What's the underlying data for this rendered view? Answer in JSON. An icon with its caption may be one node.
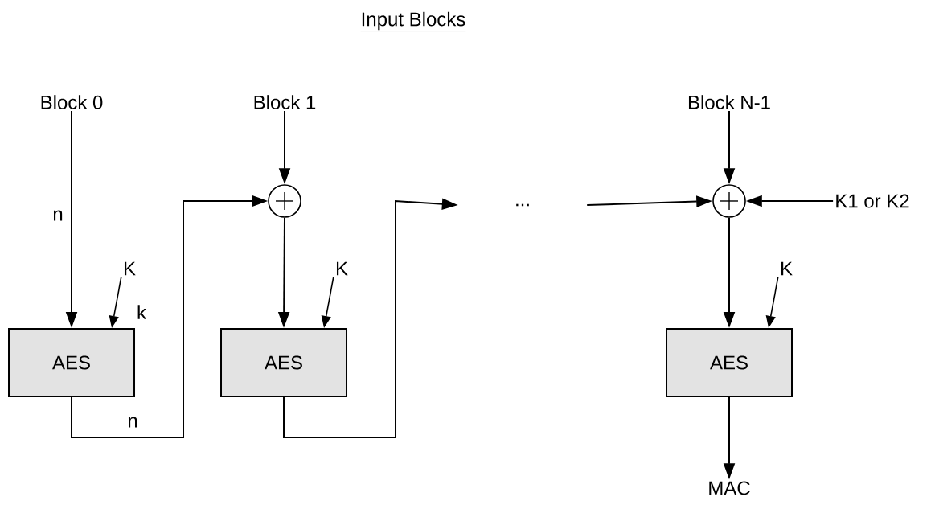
{
  "diagram": {
    "title": "Input Blocks",
    "nodes": [
      {
        "text": [
          "Block 0"
        ]
      },
      {
        "text": [
          "Block 1"
        ]
      },
      {
        "text": [
          "Block N-1"
        ]
      },
      {
        "text": [],
        "shape": "circle"
      },
      {
        "text": [],
        "shape": "circle"
      },
      {
        "text": [
          "K1 or K2"
        ]
      },
      {
        "text": [
          "AES"
        ]
      },
      {
        "text": [
          "AES"
        ]
      },
      {
        "text": [
          "AES"
        ]
      },
      {
        "text": [
          "MAC"
        ]
      },
      {
        "text": [
          "K"
        ]
      },
      {
        "text": [
          "K"
        ]
      },
      {
        "text": [
          "K"
        ]
      },
      {
        "text": [
          "..."
        ]
      }
    ],
    "edges": [
      {
        "from": 0,
        "to": 6,
        "arrow": "to",
        "label": "n"
      },
      {
        "from": 1,
        "to": 3,
        "arrow": "to"
      },
      {
        "from": 3,
        "to": 7,
        "arrow": "to"
      },
      {
        "from": 10,
        "to": 6,
        "arrow": "to",
        "label": "k"
      },
      {
        "from": 11,
        "to": 7,
        "arrow": "to"
      },
      {
        "from": 6,
        "to": 3,
        "arrow": "to",
        "label": "n"
      },
      {
        "from": 7,
        "to": 13,
        "arrow": "to"
      },
      {
        "from": 13,
        "to": 4,
        "arrow": "to"
      },
      {
        "from": 5,
        "to": 4,
        "arrow": "to"
      },
      {
        "from": 2,
        "to": 4,
        "arrow": "to"
      },
      {
        "from": 4,
        "to": 8,
        "arrow": "to"
      },
      {
        "from": 12,
        "to": 8,
        "arrow": "to"
      },
      {
        "from": 8,
        "to": 9,
        "arrow": "to"
      }
    ]
  }
}
